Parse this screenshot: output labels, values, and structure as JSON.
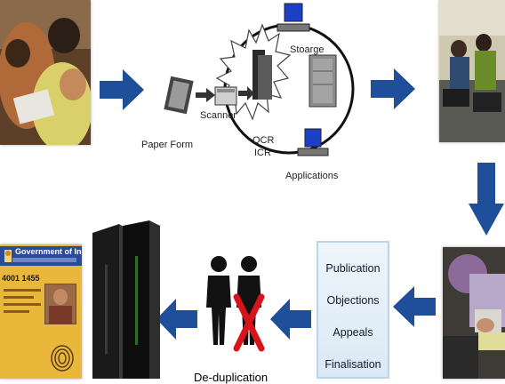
{
  "top_flow": {
    "paper_form_label": "Paper Form",
    "scanner_label": "Scanner",
    "ocr_label": "OCR",
    "icr_label": "ICR",
    "storage_label": "Stoarge",
    "applications_label": "Applications"
  },
  "stages": [
    "Publication",
    "Objections",
    "Appeals",
    "Finalisation"
  ],
  "dedup_label": "De-duplication",
  "id_card": {
    "header": "Government of India",
    "number": "4001 1455"
  },
  "colors": {
    "arrow": "#1f4e9a",
    "stage_text": "#101a2e",
    "reject_cross": "#d8141a"
  }
}
